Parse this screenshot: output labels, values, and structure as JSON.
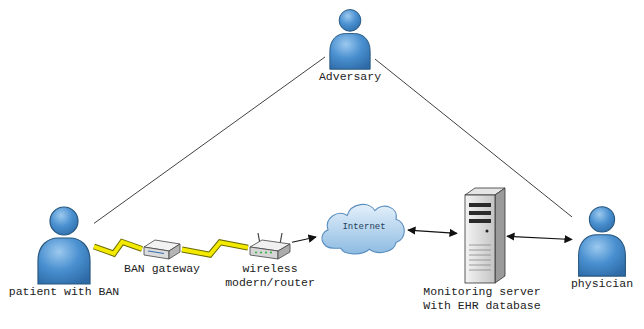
{
  "diagram": {
    "nodes": [
      {
        "text": [
          "Adversary"
        ]
      },
      {
        "text": [
          "patient with BAN"
        ]
      },
      {
        "text": [
          "BAN gateway"
        ]
      },
      {
        "text": [
          "wireless modern/router"
        ]
      },
      {
        "text": [
          "Internet"
        ]
      },
      {
        "text": [
          "Monitoring server With EHR database"
        ]
      },
      {
        "text": [
          "physician"
        ]
      }
    ],
    "edges": [
      {
        "from": 0,
        "to": 1,
        "arrow": "none"
      },
      {
        "from": 0,
        "to": 6,
        "arrow": "none"
      },
      {
        "from": 1,
        "to": 2,
        "arrow": "none"
      },
      {
        "from": 2,
        "to": 3,
        "arrow": "none"
      },
      {
        "from": 3,
        "to": 4,
        "arrow": "to"
      },
      {
        "from": 4,
        "to": 5,
        "arrow": "both"
      },
      {
        "from": 5,
        "to": 6,
        "arrow": "both"
      }
    ]
  }
}
